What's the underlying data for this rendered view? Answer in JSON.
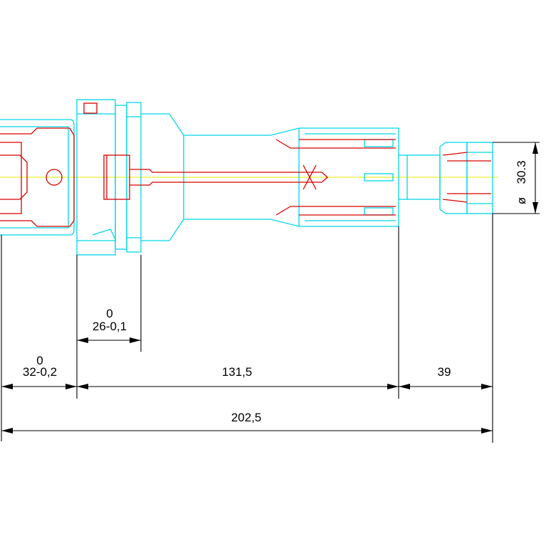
{
  "drawing": {
    "colors": {
      "background": "#ffffff",
      "outline": "#00d6e6",
      "section": "#d80000",
      "centerline": "#e8e800",
      "dimension": "#000000"
    },
    "dimensions": {
      "collar_tolerance_upper": "0",
      "collar_length": "26-0,1",
      "flange_tolerance_upper": "0",
      "flange_length": "32-0,2",
      "body_length": "131,5",
      "collet_length": "39",
      "overall_length": "202,5",
      "diameter_symbol": "ø",
      "diameter_value": "30.3"
    }
  }
}
